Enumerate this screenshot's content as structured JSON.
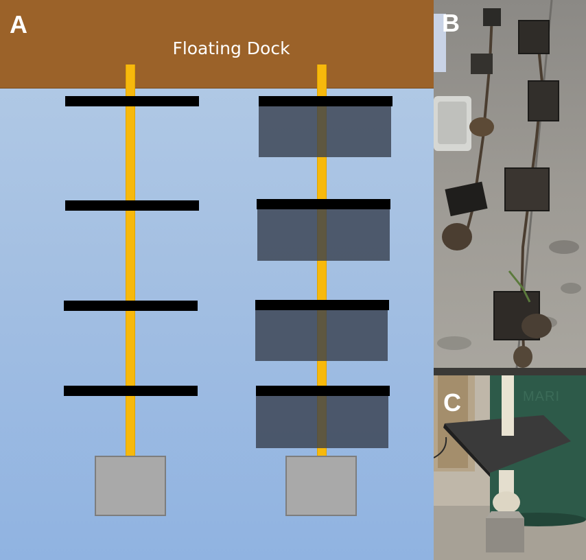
{
  "figure": {
    "panel_a": {
      "letter": "A",
      "dock_label": "Floating Dock"
    },
    "panel_b": {
      "letter": "B"
    },
    "panel_c": {
      "letter": "C",
      "bucket_text": "MARI"
    }
  },
  "colors": {
    "dock": "#9b6229",
    "water": "#a6c2e4",
    "rope": "#f7b90c",
    "plate": "#000000",
    "cage": "#4a5467",
    "weight": "#a9a9a9"
  }
}
